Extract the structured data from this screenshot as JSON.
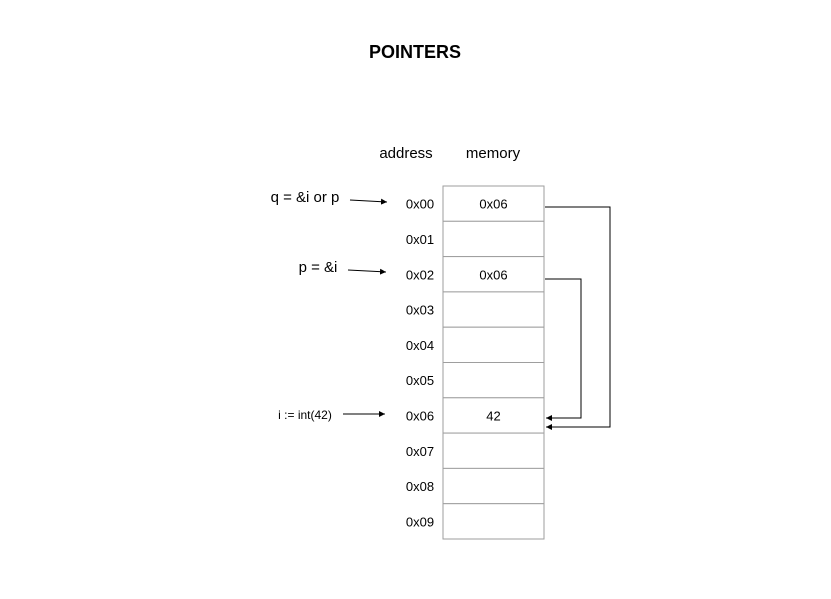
{
  "title": "POINTERS",
  "columns": {
    "address": "address",
    "memory": "memory"
  },
  "rows": [
    {
      "address": "0x00",
      "value": "0x06"
    },
    {
      "address": "0x01",
      "value": ""
    },
    {
      "address": "0x02",
      "value": "0x06"
    },
    {
      "address": "0x03",
      "value": ""
    },
    {
      "address": "0x04",
      "value": ""
    },
    {
      "address": "0x05",
      "value": ""
    },
    {
      "address": "0x06",
      "value": "42"
    },
    {
      "address": "0x07",
      "value": ""
    },
    {
      "address": "0x08",
      "value": ""
    },
    {
      "address": "0x09",
      "value": ""
    }
  ],
  "labels": {
    "q": "q = &i or p",
    "p": "p = &i",
    "i": "i := int(42)"
  }
}
